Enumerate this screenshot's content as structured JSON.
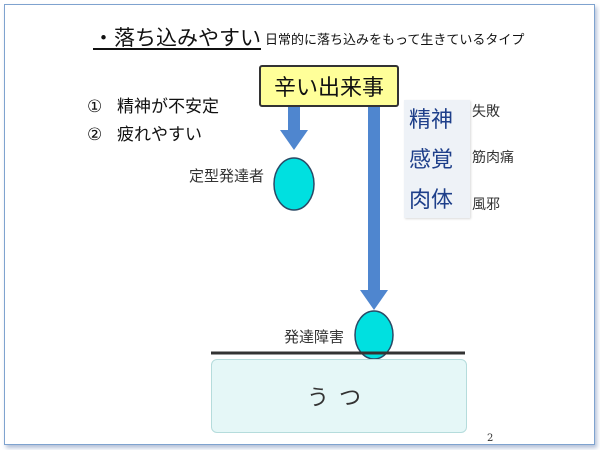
{
  "title": "・落ち込みやすい",
  "subtitle": "日常的に落ち込みをもって生きているタイプ",
  "traits": [
    {
      "num": "①",
      "text": "精神が不安定"
    },
    {
      "num": "②",
      "text": "疲れやすい"
    }
  ],
  "event_label": "辛い出来事",
  "categories": [
    {
      "label": "精神",
      "example": "失敗"
    },
    {
      "label": "感覚",
      "example": "筋肉痛"
    },
    {
      "label": "肉体",
      "example": "風邪"
    }
  ],
  "typical_label": "定型発達者",
  "disorder_label": "発達障害",
  "depression_label": "うつ",
  "page_number": "2",
  "colors": {
    "event_fill": "#ffff99",
    "arrow": "#4f86cf",
    "circle": "#00e0e0",
    "depression_fill": "#e5f7f7",
    "category_text": "#1e3f8a"
  }
}
